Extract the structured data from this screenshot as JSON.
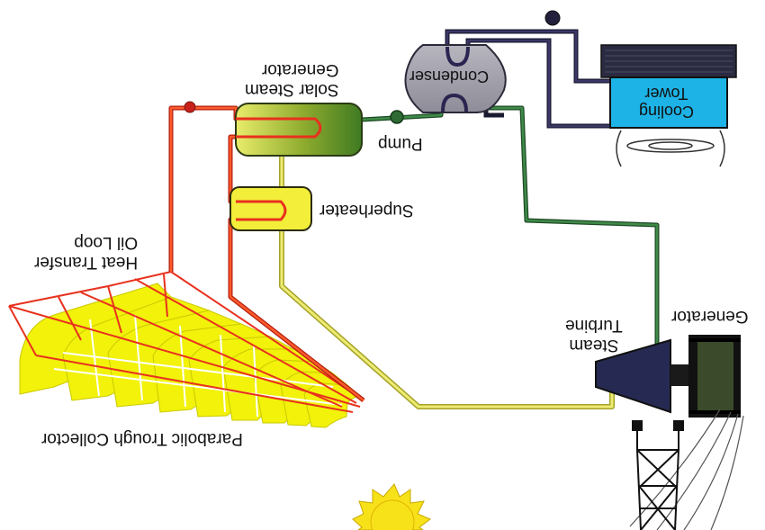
{
  "labels": {
    "collector": "Parabolic Trough Collector",
    "oil_loop_line1": "Heat Transfer",
    "oil_loop_line2": "Oil Loop",
    "steam_gen_line1": "Solar Steam",
    "steam_gen_line2": "Generator",
    "superheater": "Superheater",
    "pump": "Pump",
    "condenser": "Condenser",
    "cooling_line1": "Cooling",
    "cooling_line2": "Tower",
    "turbine_line1": "Steam",
    "turbine_line2": "Turbine",
    "generator": "Generator"
  },
  "colors": {
    "oil": "#e8311e",
    "steam": "#e4e25a",
    "water": "#2e6b3a",
    "cooling": "#2a2550",
    "collector": "#f2f20a",
    "tower": "#1db3e6",
    "turbine": "#262a52",
    "generator": "#3a4a2a",
    "sun": "#f7e21a"
  },
  "icons": [
    "sun-icon",
    "transmission-tower-icon",
    "fan-icon"
  ]
}
